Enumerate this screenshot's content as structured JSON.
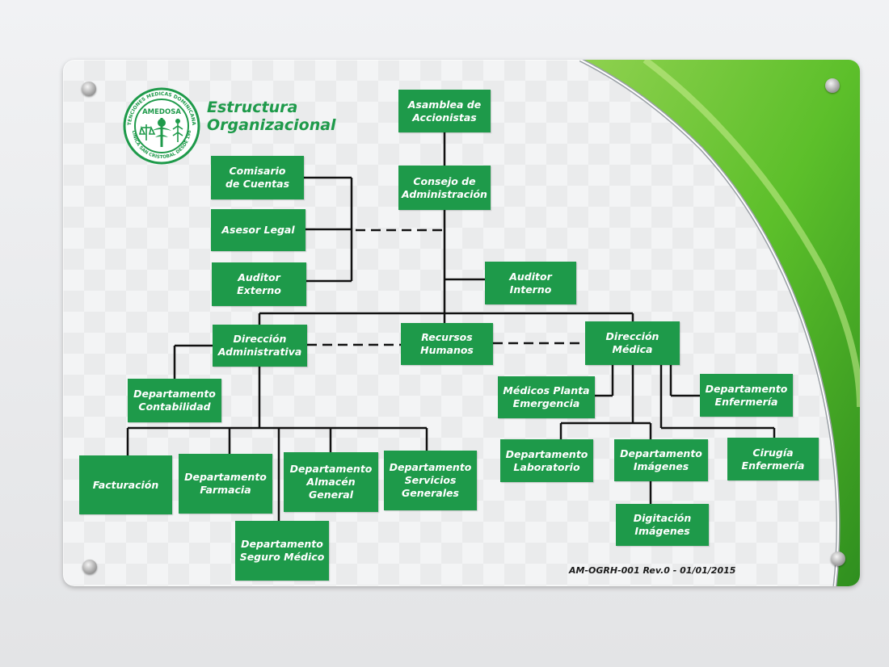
{
  "title": "Estructura\nOrganizacional",
  "logo": {
    "center_text": "AMEDOSA",
    "ring_text_top": "ATENCIONES MEDICAS DOMINICANAS",
    "ring_text_bottom": "CLINICA SAN CRISTOBAL DESDE 1985"
  },
  "footer_code": "AM-OGRH-001 Rev.0 - 01/01/2015",
  "colors": {
    "box": "#1e9a4a",
    "line": "#111111",
    "swoosh": "#5cbf2a"
  },
  "nodes": {
    "asamblea": "Asamblea de\nAccionistas",
    "consejo": "Consejo de\nAdministración",
    "comisario": "Comisario\nde Cuentas",
    "asesor": "Asesor Legal",
    "auditor_externo": "Auditor Externo",
    "auditor_interno": "Auditor Interno",
    "direccion_admin": "Dirección\nAdministrativa",
    "recursos": "Recursos\nHumanos",
    "direccion_medica": "Dirección\nMédica",
    "contabilidad": "Departamento\nContabilidad",
    "facturacion": "Facturación",
    "farmacia": "Departamento\nFarmacia",
    "almacen": "Departamento\nAlmacén General",
    "servicios": "Departamento\nServicios\nGenerales",
    "seguro": "Departamento\nSeguro Médico",
    "medicos_planta": "Médicos Planta\nEmergencia",
    "enfermeria": "Departamento\nEnfermería",
    "laboratorio": "Departamento\nLaboratorio",
    "imagenes": "Departamento\nImágenes",
    "cirugia": "Cirugía\nEnfermería",
    "digitacion": "Digitación\nImágenes"
  }
}
